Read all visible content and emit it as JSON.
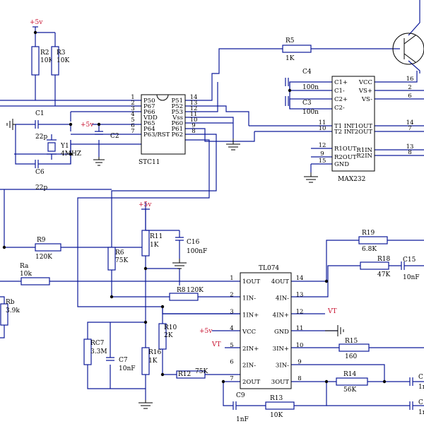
{
  "supply": {
    "top": "+5v",
    "mid": "+5v",
    "op": "+5v",
    "stc": "+5v"
  },
  "stc": {
    "name": "STC11",
    "left": [
      {
        "num": "1",
        "label": "P50"
      },
      {
        "num": "2",
        "label": "P67"
      },
      {
        "num": "3",
        "label": "P66"
      },
      {
        "num": "4",
        "label": "VDD"
      },
      {
        "num": "5",
        "label": "P65"
      },
      {
        "num": "6",
        "label": "P64"
      },
      {
        "num": "7",
        "label": "P63/RST"
      }
    ],
    "right": [
      {
        "num": "14",
        "label": "P51"
      },
      {
        "num": "13",
        "label": "P52"
      },
      {
        "num": "12",
        "label": "P53"
      },
      {
        "num": "11",
        "label": "Vss"
      },
      {
        "num": "10",
        "label": "P60"
      },
      {
        "num": "9",
        "label": "P61"
      },
      {
        "num": "8",
        "label": "P62"
      }
    ]
  },
  "max232": {
    "name": "MAX232",
    "left": [
      {
        "num": "",
        "label": "C1+"
      },
      {
        "num": "",
        "label": "C1-"
      },
      {
        "num": "",
        "label": "C2+"
      },
      {
        "num": "",
        "label": "C2-"
      },
      {
        "num": "11",
        "label": "T1 IN"
      },
      {
        "num": "10",
        "label": "T2 IN"
      },
      {
        "num": "12",
        "label": "R1OUT"
      },
      {
        "num": "9",
        "label": "R2OUT"
      },
      {
        "num": "15",
        "label": "GND"
      }
    ],
    "right": [
      {
        "num": "16",
        "label": "VCC"
      },
      {
        "num": "2",
        "label": "VS+"
      },
      {
        "num": "6",
        "label": "VS-"
      },
      {
        "num": "14",
        "label": "T1OUT"
      },
      {
        "num": "7",
        "label": "T2OUT"
      },
      {
        "num": "13",
        "label": "R1IN"
      },
      {
        "num": "8",
        "label": "R2IN"
      }
    ]
  },
  "tl074": {
    "name": "TL074",
    "left": [
      {
        "num": "1",
        "label": "1OUT"
      },
      {
        "num": "2",
        "label": "1IN-"
      },
      {
        "num": "3",
        "label": "1IN+"
      },
      {
        "num": "4",
        "label": "VCC"
      },
      {
        "num": "5",
        "label": "2IN+"
      },
      {
        "num": "6",
        "label": "2IN-"
      },
      {
        "num": "7",
        "label": "2OUT"
      }
    ],
    "right": [
      {
        "num": "14",
        "label": "4OUT"
      },
      {
        "num": "13",
        "label": "4IN-"
      },
      {
        "num": "12",
        "label": "4IN+"
      },
      {
        "num": "11",
        "label": "GND"
      },
      {
        "num": "10",
        "label": "3IN+"
      },
      {
        "num": "9",
        "label": "3IN-"
      },
      {
        "num": "8",
        "label": "3OUT"
      }
    ]
  },
  "vt": {
    "left": "VT",
    "right": "VT"
  },
  "parts": {
    "R2": {
      "ref": "R2",
      "value": "10K"
    },
    "R3": {
      "ref": "R3",
      "value": "10K"
    },
    "R5": {
      "ref": "R5",
      "value": "1K"
    },
    "C4": {
      "ref": "C4",
      "value": "100n"
    },
    "C3": {
      "ref": "C3",
      "value": "100n"
    },
    "C1": {
      "ref": "C1",
      "value": "22p"
    },
    "C6": {
      "ref": "C6",
      "value": "22p"
    },
    "Y1": {
      "ref": "Y1",
      "value": "4MHZ"
    },
    "C2": {
      "ref": "C2",
      "value": ""
    },
    "R9": {
      "ref": "R9",
      "value": "120K"
    },
    "Ra": {
      "ref": "Ra",
      "value": "10k"
    },
    "Rb": {
      "ref": "Rb",
      "value": "3.9k"
    },
    "R6": {
      "ref": "R6",
      "value": "75K"
    },
    "R11": {
      "ref": "R11",
      "value": "1K"
    },
    "C16": {
      "ref": "C16",
      "value": "100nF"
    },
    "R8": {
      "ref": "R8",
      "value": "120K"
    },
    "RC7": {
      "ref": "RC7",
      "value": "3.3M"
    },
    "C7": {
      "ref": "C7",
      "value": "10nF"
    },
    "R10": {
      "ref": "R10",
      "value": "2K"
    },
    "R16": {
      "ref": "R16",
      "value": "1K"
    },
    "R12": {
      "ref": "R12",
      "value": "75K"
    },
    "C9": {
      "ref": "C9",
      "value": "1nF"
    },
    "R13": {
      "ref": "R13",
      "value": "10K"
    },
    "R19": {
      "ref": "R19",
      "value": "6.8K"
    },
    "R18": {
      "ref": "R18",
      "value": "47K"
    },
    "C15": {
      "ref": "C15",
      "value": "10nF"
    },
    "R15": {
      "ref": "R15",
      "value": "160"
    },
    "R14": {
      "ref": "R14",
      "value": "56K"
    },
    "CR1": {
      "ref": "C",
      "value": "1n"
    },
    "CR2": {
      "ref": "C",
      "value": "1n"
    }
  }
}
